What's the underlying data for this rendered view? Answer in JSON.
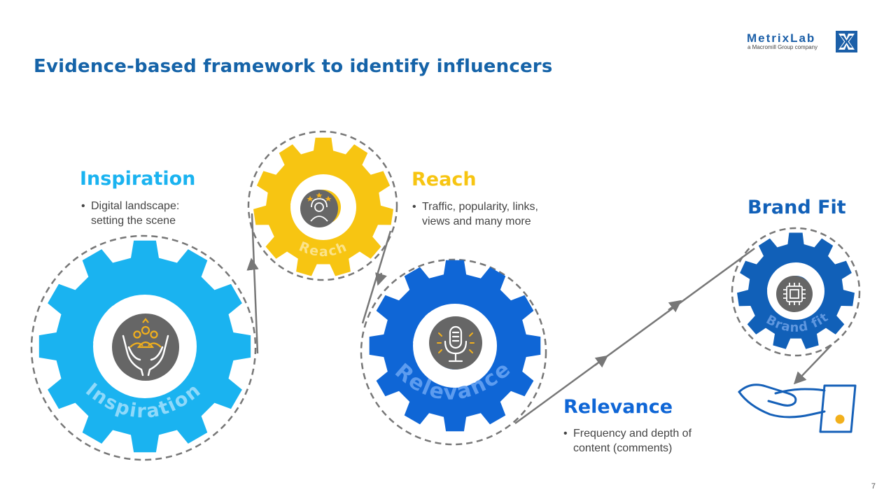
{
  "title": "Evidence-based framework to identify influencers",
  "logo": {
    "wordmark": "MetrixLab",
    "tagline": "a Macromill Group company"
  },
  "stages": {
    "inspiration": {
      "heading": "Inspiration",
      "bullet_line1": "Digital landscape:",
      "bullet_line2": "setting the scene",
      "gear_label": "Inspiration",
      "color": "#1ab3f0",
      "icon": "hands-people-icon"
    },
    "reach": {
      "heading": "Reach",
      "bullet_line1": "Traffic, popularity, links,",
      "bullet_line2": "views and many more",
      "gear_label": "Reach",
      "color": "#f7c512",
      "icon": "person-stars-icon"
    },
    "relevance": {
      "heading": "Relevance",
      "bullet_line1": "Frequency and depth of",
      "bullet_line2": "content (comments)",
      "gear_label": "Relevance",
      "color": "#0f66d6",
      "icon": "microphone-icon"
    },
    "brand_fit": {
      "heading": "Brand Fit",
      "gear_label": "Brand fit",
      "color": "#1160b8",
      "icon": "chip-icon"
    }
  },
  "colors": {
    "title": "#1563a8",
    "connector": "#777777",
    "icon_disc": "#666666",
    "icon_gold": "#f2b01c",
    "hand_outline": "#1560b8"
  },
  "page_number": "7"
}
